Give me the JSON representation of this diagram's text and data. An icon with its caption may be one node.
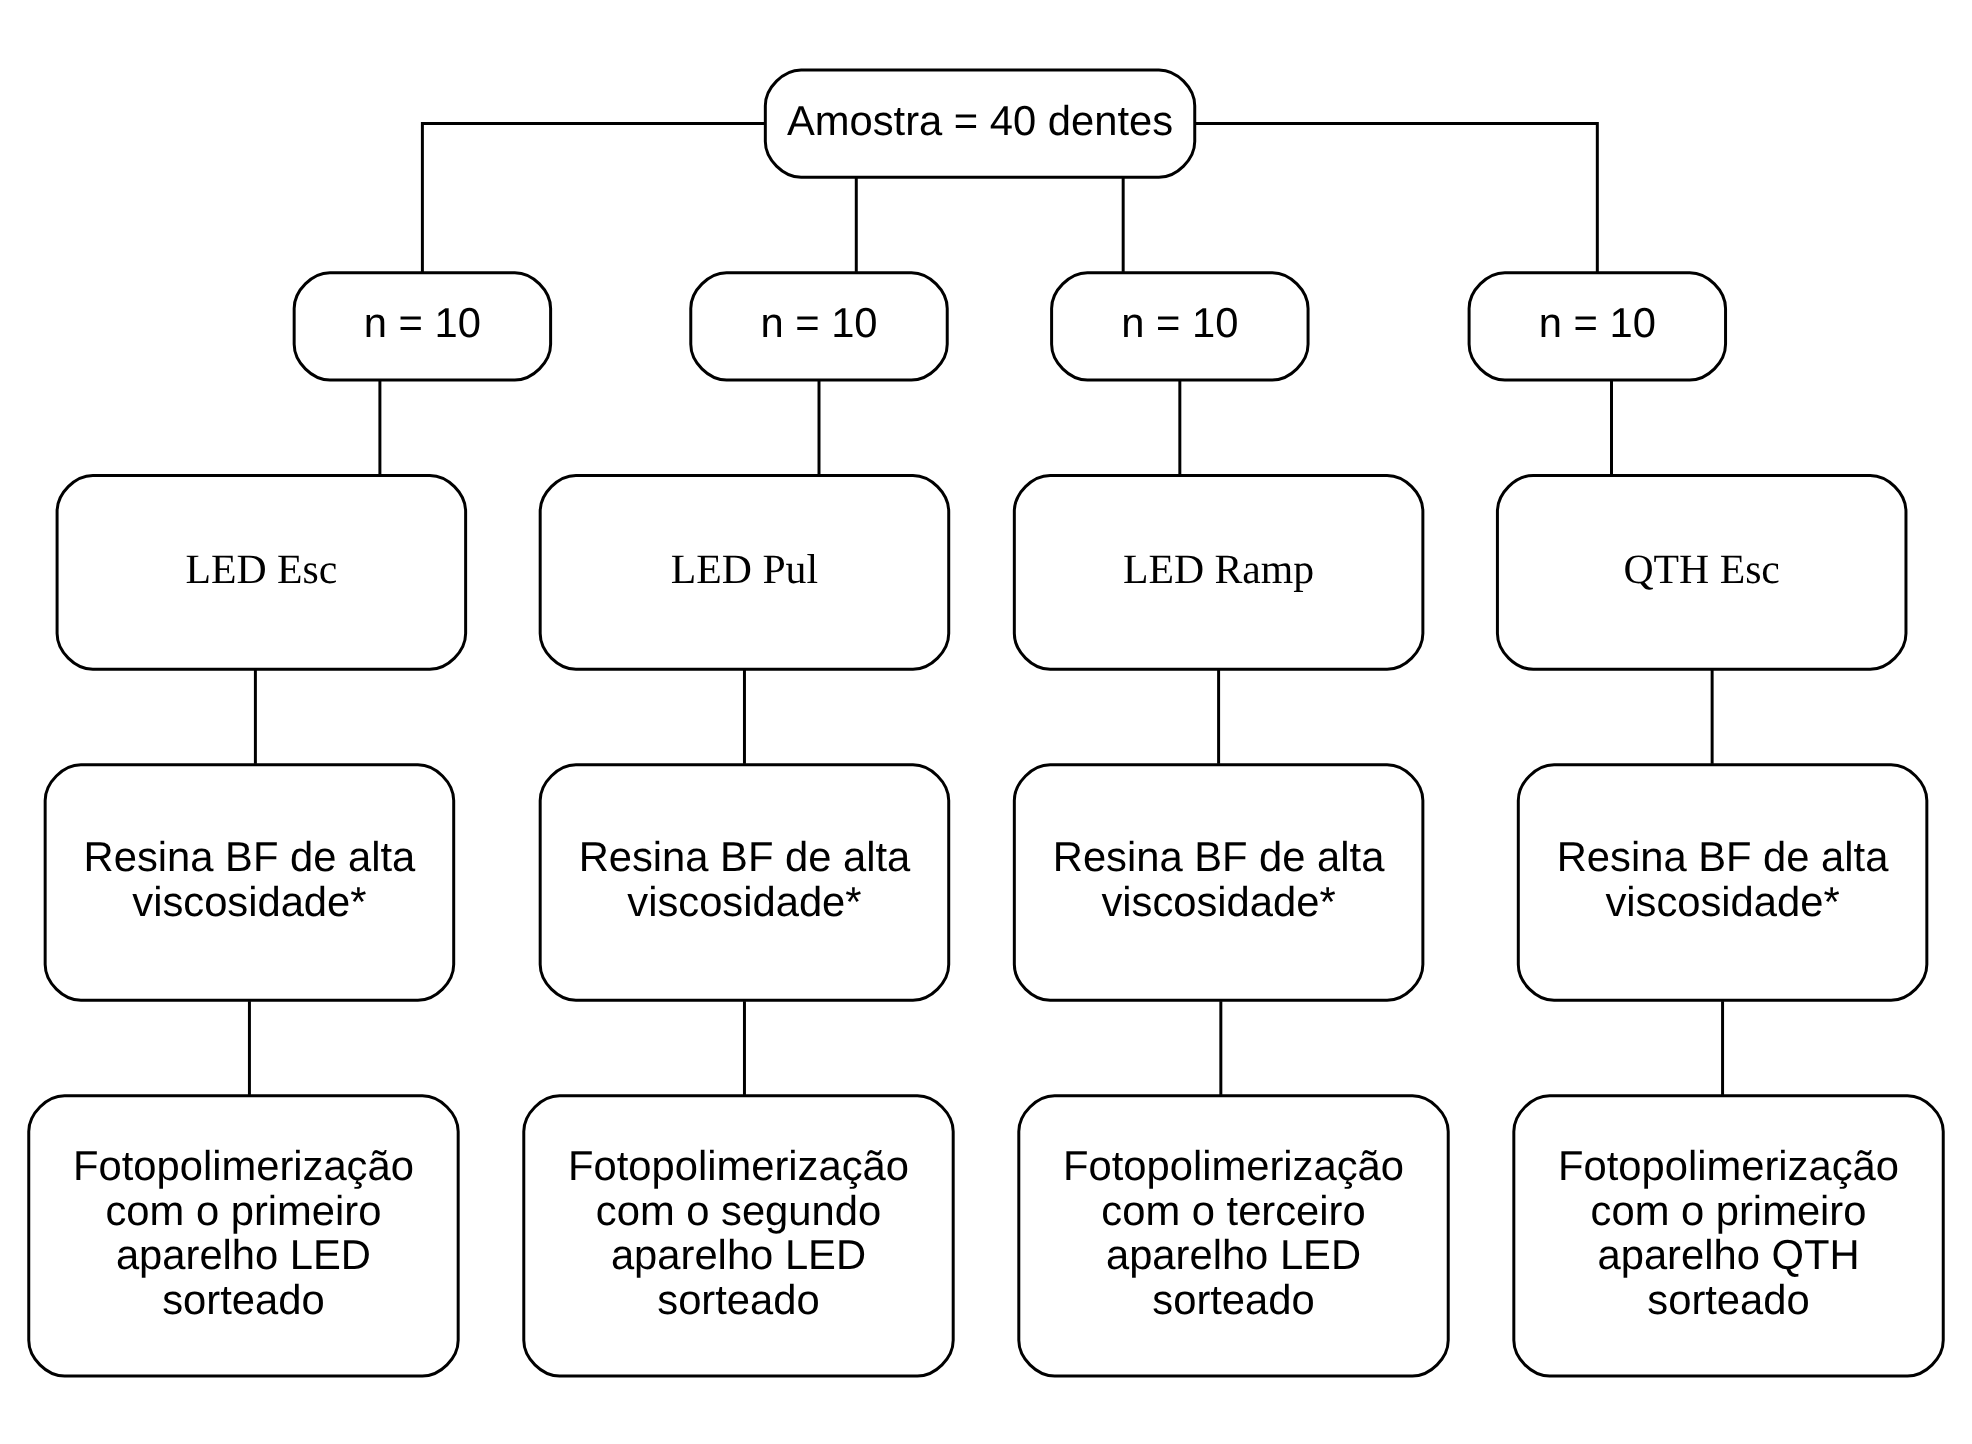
{
  "diagram": {
    "nodes": [
      {
        "text": [
          "Amostra = 40 dentes"
        ]
      },
      {
        "text": [
          "n = 10"
        ]
      },
      {
        "text": [
          "n = 10"
        ]
      },
      {
        "text": [
          "n = 10"
        ]
      },
      {
        "text": [
          "n = 10"
        ]
      },
      {
        "text": [
          "LED Esc"
        ]
      },
      {
        "text": [
          "LED Pul"
        ]
      },
      {
        "text": [
          "LED Ramp"
        ]
      },
      {
        "text": [
          "QTH Esc"
        ]
      },
      {
        "text": [
          "Resina BF de alta viscosidade*"
        ]
      },
      {
        "text": [
          "Resina BF de alta viscosidade*"
        ]
      },
      {
        "text": [
          "Resina BF de alta viscosidade*"
        ]
      },
      {
        "text": [
          "Resina BF de alta viscosidade*"
        ]
      },
      {
        "text": [
          "Fotopolimerização com o primeiro aparelho LED sorteado"
        ]
      },
      {
        "text": [
          "Fotopolimerização com o segundo aparelho LED sorteado"
        ]
      },
      {
        "text": [
          "Fotopolimerização com o terceiro aparelho LED sorteado"
        ]
      },
      {
        "text": [
          "Fotopolimerização com o primeiro aparelho QTH sorteado"
        ]
      }
    ],
    "edges": [
      {
        "from": 0,
        "to": 1,
        "arrow": "none"
      },
      {
        "from": 0,
        "to": 2,
        "arrow": "none"
      },
      {
        "from": 0,
        "to": 3,
        "arrow": "none"
      },
      {
        "from": 0,
        "to": 4,
        "arrow": "none"
      },
      {
        "from": 1,
        "to": 5,
        "arrow": "none"
      },
      {
        "from": 2,
        "to": 6,
        "arrow": "none"
      },
      {
        "from": 3,
        "to": 7,
        "arrow": "none"
      },
      {
        "from": 4,
        "to": 8,
        "arrow": "none"
      },
      {
        "from": 5,
        "to": 9,
        "arrow": "none"
      },
      {
        "from": 6,
        "to": 10,
        "arrow": "none"
      },
      {
        "from": 7,
        "to": 11,
        "arrow": "none"
      },
      {
        "from": 8,
        "to": 12,
        "arrow": "none"
      },
      {
        "from": 9,
        "to": 13,
        "arrow": "none"
      },
      {
        "from": 10,
        "to": 14,
        "arrow": "none"
      },
      {
        "from": 11,
        "to": 15,
        "arrow": "none"
      },
      {
        "from": 12,
        "to": 16,
        "arrow": "none"
      }
    ]
  }
}
